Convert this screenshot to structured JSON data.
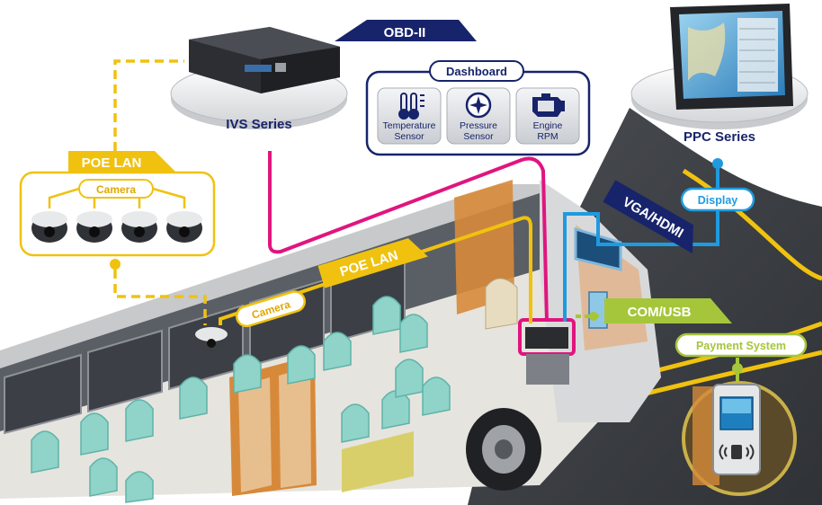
{
  "labels": {
    "obd": "OBD-II",
    "dashboard": "Dashboard",
    "temp_line1": "Temperature",
    "temp_line2": "Sensor",
    "pressure_line1": "Pressure",
    "pressure_line2": "Sensor",
    "engine_line1": "Engine",
    "engine_line2": "RPM",
    "ivs": "IVS Series",
    "ppc": "PPC Series",
    "poe_lan_top": "POE LAN",
    "camera_box": "Camera",
    "poe_lan_bus": "POE LAN",
    "camera_bus": "Camera",
    "vga_hdmi": "VGA/HDMI",
    "display": "Display",
    "com_usb": "COM/USB",
    "payment": "Payment System"
  },
  "colors": {
    "navy": "#17246b",
    "yellow": "#f0c20f",
    "magenta": "#e0157f",
    "blue": "#1e9be0",
    "green": "#a5c63b"
  }
}
